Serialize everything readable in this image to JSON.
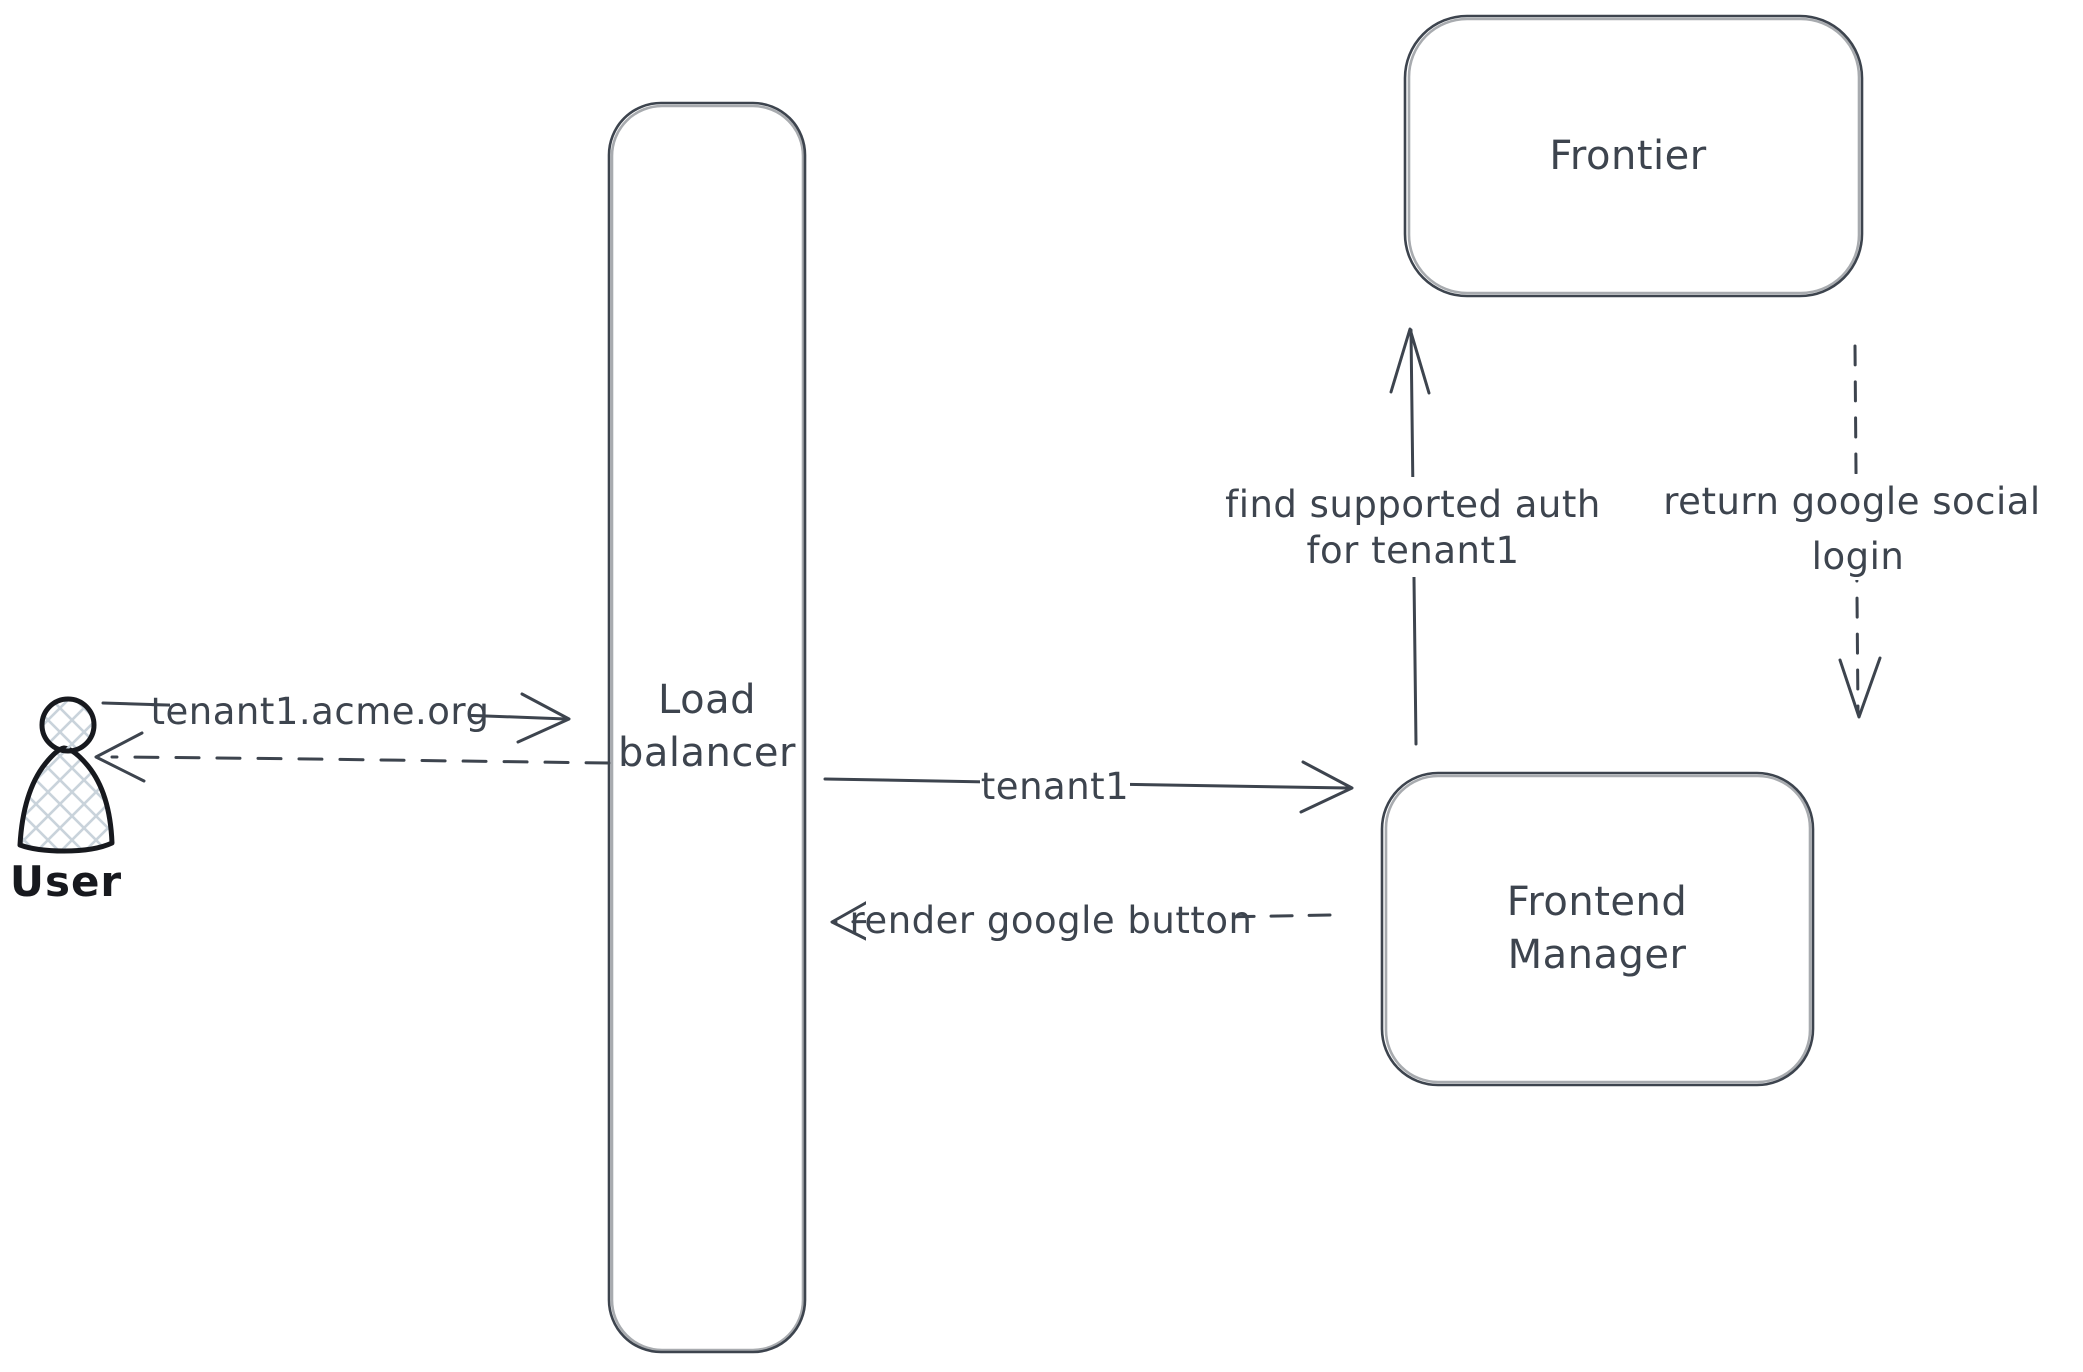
{
  "colors": {
    "stroke": "#3d444e",
    "actor_stroke": "#17191e",
    "hatch_fill": "#c9d3db",
    "background": "#ffffff"
  },
  "actor": {
    "label": "User"
  },
  "nodes": {
    "load_balancer": {
      "line1": "Load",
      "line2": "balancer"
    },
    "frontier": {
      "label": "Frontier"
    },
    "frontend_manager": {
      "line1": "Frontend",
      "line2": "Manager"
    }
  },
  "arrows": {
    "user_to_lb": {
      "label": "tenant1.acme.org",
      "style": "solid"
    },
    "lb_to_user": {
      "style": "dashed"
    },
    "lb_to_fm": {
      "label": "tenant1",
      "style": "solid"
    },
    "fm_to_lb": {
      "label": "render google button",
      "style": "dashed"
    },
    "fm_to_frontier": {
      "line1": "find supported auth",
      "line2": "for tenant1",
      "style": "solid"
    },
    "frontier_to_fm": {
      "line1": "return google social",
      "line2": "login",
      "style": "dashed"
    }
  }
}
